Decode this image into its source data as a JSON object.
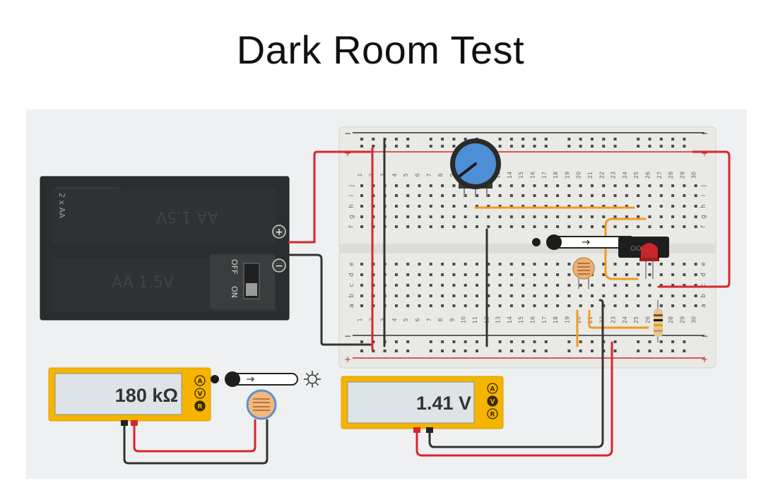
{
  "slide": {
    "title": "Dark Room Test"
  },
  "battery": {
    "pack_label": "2 x AA",
    "cell_label": "AA 1.5V",
    "cell_label_flipped": "AA 1.5V",
    "switch_off": "OFF",
    "switch_on": "ON",
    "plus": "+",
    "minus": "−"
  },
  "multimeter_left": {
    "value": "180 kΩ",
    "modes": [
      "A",
      "V",
      "R"
    ],
    "selected": "R"
  },
  "multimeter_right": {
    "value": "1.41 V",
    "modes": [
      "A",
      "V",
      "R"
    ],
    "selected": "V"
  },
  "breadboard": {
    "columns": [
      "1",
      "2",
      "3",
      "4",
      "5",
      "6",
      "7",
      "8",
      "9",
      "10",
      "11",
      "12",
      "13",
      "14",
      "15",
      "16",
      "17",
      "18",
      "19",
      "20",
      "21",
      "22",
      "23",
      "24",
      "25",
      "26",
      "27",
      "28",
      "29",
      "30"
    ],
    "rows_top": [
      "j",
      "i",
      "h",
      "g",
      "f"
    ],
    "rows_bottom": [
      "e",
      "d",
      "c",
      "b",
      "a"
    ],
    "rail_plus": "+",
    "rail_minus": "−"
  },
  "light_slider": {
    "level": 0.12,
    "icon": "sun-icon"
  },
  "colors": {
    "wire_red": "#d8262b",
    "wire_black": "#333333",
    "wire_orange": "#f29a1e",
    "meter_body": "#f4b400",
    "meter_screen": "#dde3e6",
    "knob": "#4d8ed6"
  }
}
